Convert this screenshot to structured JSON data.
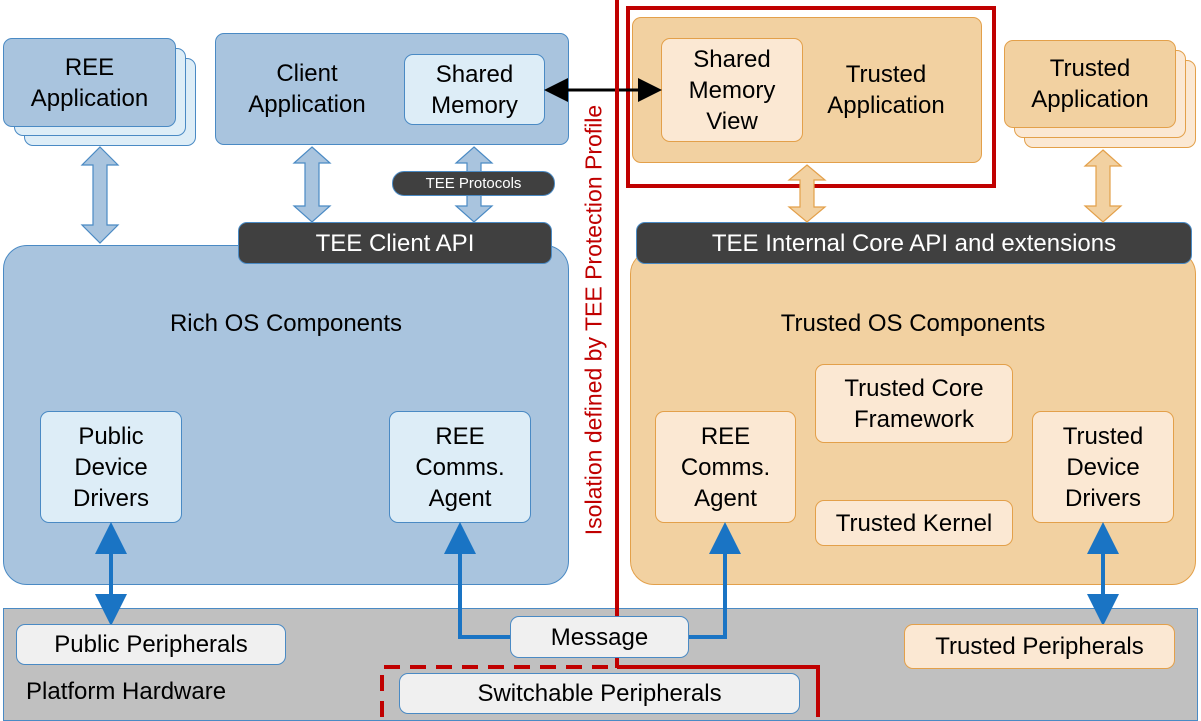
{
  "ree_app": "REE Application",
  "client_app": "Client Application",
  "shared_memory": "Shared Memory",
  "shared_memory_view": "Shared Memory View",
  "trusted_app_main": "Trusted Application",
  "trusted_app_side": "Trusted Application",
  "tee_protocols": "TEE Protocols",
  "tee_client_api": "TEE Client API",
  "tee_internal_api": "TEE Internal Core API and extensions",
  "rich_os": "Rich OS Components",
  "trusted_os": "Trusted OS Components",
  "public_drivers": "Public Device Drivers",
  "ree_agent_left": "REE Comms. Agent",
  "ree_agent_right": "REE Comms. Agent",
  "trusted_core": "Trusted Core Framework",
  "trusted_kernel": "Trusted Kernel",
  "trusted_drivers": "Trusted Device Drivers",
  "isolation": "Isolation defined by TEE Protection Profile",
  "platform_hw": "Platform Hardware",
  "public_periph": "Public Peripherals",
  "message": "Message",
  "trusted_periph": "Trusted Peripherals",
  "switchable_periph": "Switchable Peripherals",
  "colors": {
    "ree": "#a9c4de",
    "tee": "#f2d1a1",
    "isolation": "#c00000",
    "link": "#1a74c4"
  }
}
